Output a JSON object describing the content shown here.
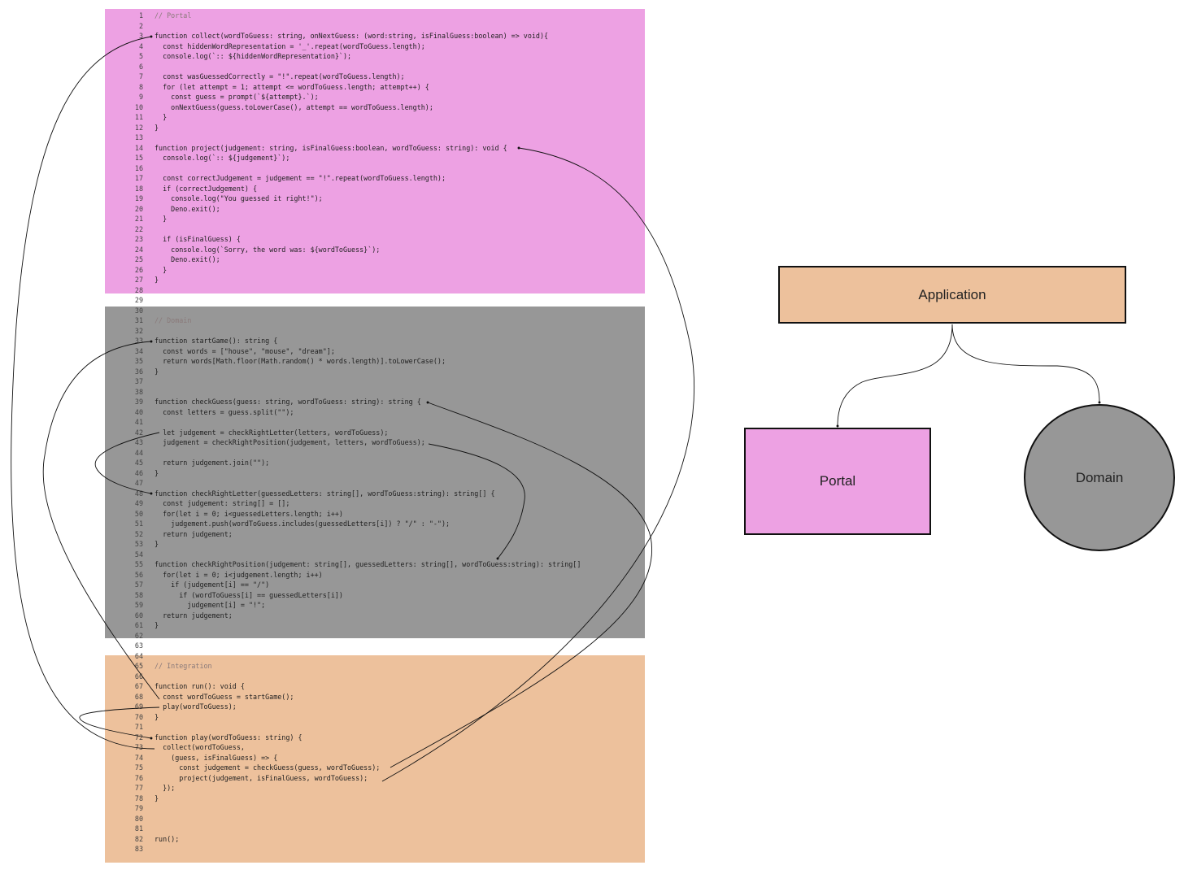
{
  "code": {
    "lines": [
      {
        "n": "1",
        "t": "// Portal",
        "c": true
      },
      {
        "n": "2",
        "t": ""
      },
      {
        "n": "3",
        "t": "function collect(wordToGuess: string, onNextGuess: (word:string, isFinalGuess:boolean) => void){"
      },
      {
        "n": "4",
        "t": "  const hiddenWordRepresentation = '_'.repeat(wordToGuess.length);"
      },
      {
        "n": "5",
        "t": "  console.log(`:: ${hiddenWordRepresentation}`);"
      },
      {
        "n": "6",
        "t": ""
      },
      {
        "n": "7",
        "t": "  const wasGuessedCorrectly = \"!\".repeat(wordToGuess.length);"
      },
      {
        "n": "8",
        "t": "  for (let attempt = 1; attempt <= wordToGuess.length; attempt++) {"
      },
      {
        "n": "9",
        "t": "    const guess = prompt(`${attempt}.`);"
      },
      {
        "n": "10",
        "t": "    onNextGuess(guess.toLowerCase(), attempt == wordToGuess.length);"
      },
      {
        "n": "11",
        "t": "  }"
      },
      {
        "n": "12",
        "t": "}"
      },
      {
        "n": "13",
        "t": ""
      },
      {
        "n": "14",
        "t": "function project(judgement: string, isFinalGuess:boolean, wordToGuess: string): void {"
      },
      {
        "n": "15",
        "t": "  console.log(`:: ${judgement}`);"
      },
      {
        "n": "16",
        "t": ""
      },
      {
        "n": "17",
        "t": "  const correctJudgement = judgement == \"!\".repeat(wordToGuess.length);"
      },
      {
        "n": "18",
        "t": "  if (correctJudgement) {"
      },
      {
        "n": "19",
        "t": "    console.log(\"You guessed it right!\");"
      },
      {
        "n": "20",
        "t": "    Deno.exit();"
      },
      {
        "n": "21",
        "t": "  }"
      },
      {
        "n": "22",
        "t": ""
      },
      {
        "n": "23",
        "t": "  if (isFinalGuess) {"
      },
      {
        "n": "24",
        "t": "    console.log(`Sorry, the word was: ${wordToGuess}`);"
      },
      {
        "n": "25",
        "t": "    Deno.exit();"
      },
      {
        "n": "26",
        "t": "  }"
      },
      {
        "n": "27",
        "t": "}"
      },
      {
        "n": "28",
        "t": ""
      },
      {
        "n": "29",
        "t": ""
      },
      {
        "n": "30",
        "t": ""
      },
      {
        "n": "31",
        "t": "// Domain",
        "c": true
      },
      {
        "n": "32",
        "t": ""
      },
      {
        "n": "33",
        "t": "function startGame(): string {"
      },
      {
        "n": "34",
        "t": "  const words = [\"house\", \"mouse\", \"dream\"];"
      },
      {
        "n": "35",
        "t": "  return words[Math.floor(Math.random() * words.length)].toLowerCase();"
      },
      {
        "n": "36",
        "t": "}"
      },
      {
        "n": "37",
        "t": ""
      },
      {
        "n": "38",
        "t": ""
      },
      {
        "n": "39",
        "t": "function checkGuess(guess: string, wordToGuess: string): string {"
      },
      {
        "n": "40",
        "t": "  const letters = guess.split(\"\");"
      },
      {
        "n": "41",
        "t": ""
      },
      {
        "n": "42",
        "t": "  let judgement = checkRightLetter(letters, wordToGuess);"
      },
      {
        "n": "43",
        "t": "  judgement = checkRightPosition(judgement, letters, wordToGuess);"
      },
      {
        "n": "44",
        "t": ""
      },
      {
        "n": "45",
        "t": "  return judgement.join(\"\");"
      },
      {
        "n": "46",
        "t": "}"
      },
      {
        "n": "47",
        "t": ""
      },
      {
        "n": "48",
        "t": "function checkRightLetter(guessedLetters: string[], wordToGuess:string): string[] {"
      },
      {
        "n": "49",
        "t": "  const judgement: string[] = [];"
      },
      {
        "n": "50",
        "t": "  for(let i = 0; i<guessedLetters.length; i++)"
      },
      {
        "n": "51",
        "t": "    judgement.push(wordToGuess.includes(guessedLetters[i]) ? \"/\" : \"-\");"
      },
      {
        "n": "52",
        "t": "  return judgement;"
      },
      {
        "n": "53",
        "t": "}"
      },
      {
        "n": "54",
        "t": ""
      },
      {
        "n": "55",
        "t": "function checkRightPosition(judgement: string[], guessedLetters: string[], wordToGuess:string): string[]"
      },
      {
        "n": "56",
        "t": "  for(let i = 0; i<judgement.length; i++)"
      },
      {
        "n": "57",
        "t": "    if (judgement[i] == \"/\")"
      },
      {
        "n": "58",
        "t": "      if (wordToGuess[i] == guessedLetters[i])"
      },
      {
        "n": "59",
        "t": "        judgement[i] = \"!\";"
      },
      {
        "n": "60",
        "t": "  return judgement;"
      },
      {
        "n": "61",
        "t": "}"
      },
      {
        "n": "62",
        "t": ""
      },
      {
        "n": "63",
        "t": ""
      },
      {
        "n": "64",
        "t": ""
      },
      {
        "n": "65",
        "t": "// Integration",
        "c": true
      },
      {
        "n": "66",
        "t": ""
      },
      {
        "n": "67",
        "t": "function run(): void {"
      },
      {
        "n": "68",
        "t": "  const wordToGuess = startGame();"
      },
      {
        "n": "69",
        "t": "  play(wordToGuess);"
      },
      {
        "n": "70",
        "t": "}"
      },
      {
        "n": "71",
        "t": ""
      },
      {
        "n": "72",
        "t": "function play(wordToGuess: string) {"
      },
      {
        "n": "73",
        "t": "  collect(wordToGuess,"
      },
      {
        "n": "74",
        "t": "    (guess, isFinalGuess) => {"
      },
      {
        "n": "75",
        "t": "      const judgement = checkGuess(guess, wordToGuess);"
      },
      {
        "n": "76",
        "t": "      project(judgement, isFinalGuess, wordToGuess);"
      },
      {
        "n": "77",
        "t": "  });"
      },
      {
        "n": "78",
        "t": "}"
      },
      {
        "n": "79",
        "t": ""
      },
      {
        "n": "80",
        "t": ""
      },
      {
        "n": "81",
        "t": ""
      },
      {
        "n": "82",
        "t": "run();"
      },
      {
        "n": "83",
        "t": ""
      }
    ]
  },
  "diagram": {
    "application_label": "Application",
    "portal_label": "Portal",
    "domain_label": "Domain"
  },
  "colors": {
    "portal": "#eda1e3",
    "domain": "#979797",
    "integration": "#edc19c"
  }
}
